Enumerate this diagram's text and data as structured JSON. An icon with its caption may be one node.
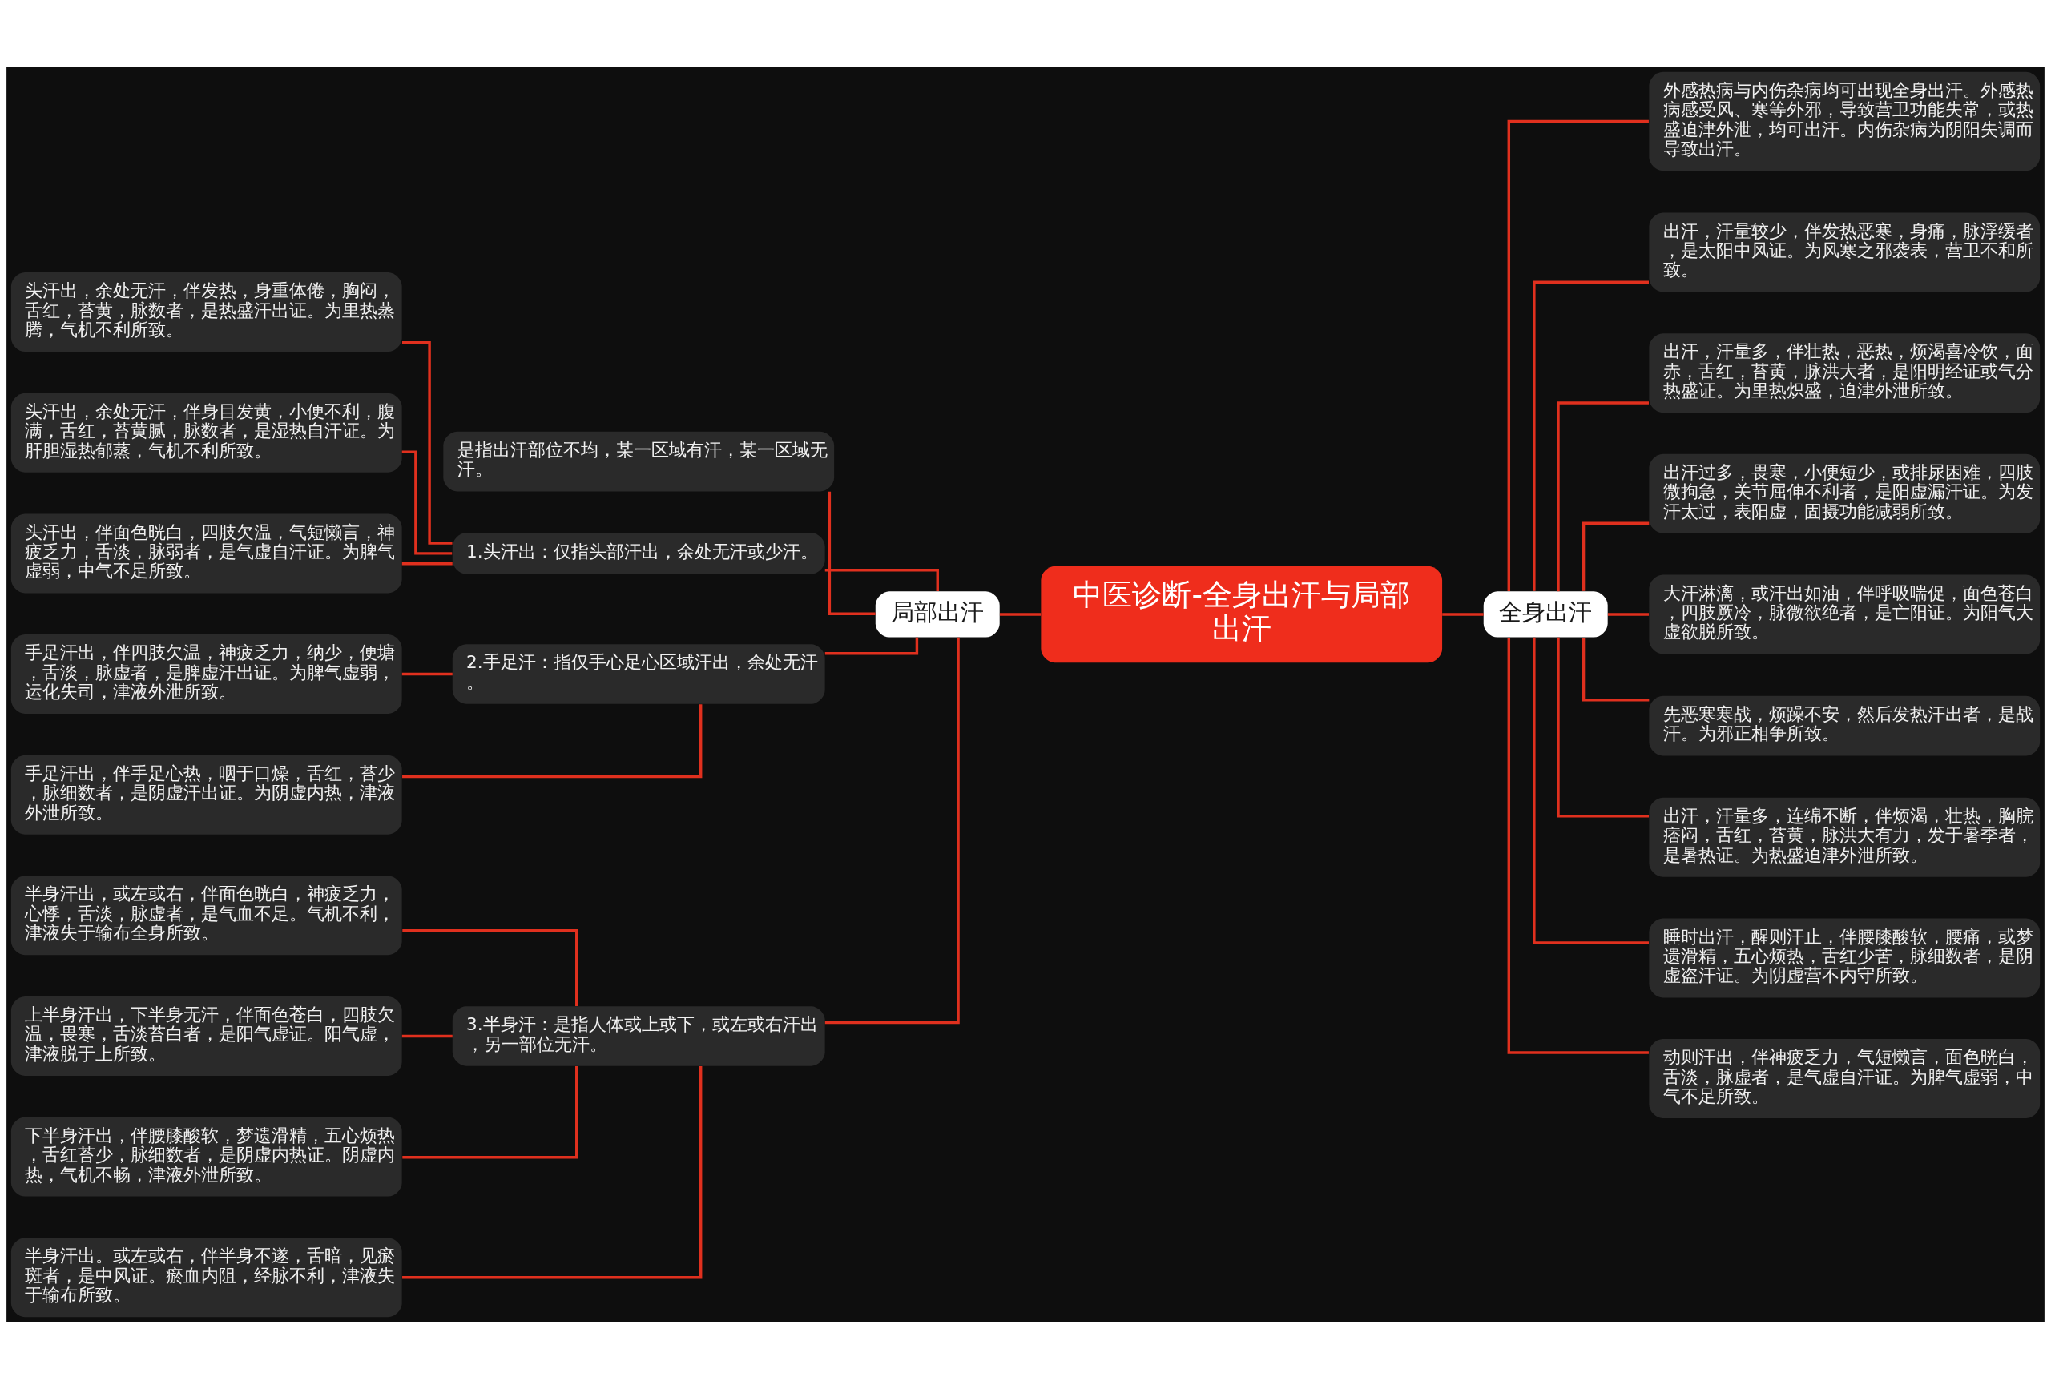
{
  "diagram": {
    "nodes": [
      {
        "text": [
          "中医诊断-全身出汗与局部出汗"
        ]
      },
      {
        "text": [
          "局部出汗"
        ]
      },
      {
        "text": [
          "是指出汗部位不均，某一区域有汗，某一区域无汗。"
        ]
      },
      {
        "text": [
          "1.头汗出：仅指头部汗出，余处无汗或少汗。"
        ]
      },
      {
        "text": [
          "头汗出，余处无汗，伴发热，身重体倦，胸闷，舌红，苔黄，脉数者，是热盛汗出证。为里热蒸腾，气机不利所致。"
        ]
      },
      {
        "text": [
          "头汗出，余处无汗，伴身目发黄，小便不利，腹满，舌红，苔黄腻，脉数者，是湿热自汗证。为肝胆湿热郁蒸，气机不利所致。"
        ]
      },
      {
        "text": [
          "头汗出，伴面色晄白，四肢欠温，气短懒言，神疲乏力，舌淡，脉弱者，是气虚自汗证。为脾气虚弱，中气不足所致。"
        ]
      },
      {
        "text": [
          "2.手足汗：指仅手心足心区域汗出，余处无汗。"
        ]
      },
      {
        "text": [
          "手足汗出，伴四肢欠温，神疲乏力，纳少，便塘，舌淡，脉虚者，是脾虚汗出证。为脾气虚弱，运化失司，津液外泄所致。"
        ]
      },
      {
        "text": [
          "手足汗出，伴手足心热，咽于口燥，舌红，苔少，脉细数者，是阴虚汗出证。为阴虚内热，津液外泄所致。"
        ]
      },
      {
        "text": [
          "3.半身汗：是指人体或上或下，或左或右汗出，另一部位无汗。"
        ]
      },
      {
        "text": [
          "半身汗出，或左或右，伴面色晄白，神疲乏力，心悸，舌淡，脉虚者，是气血不足。气机不利，津液失于输布全身所致。"
        ]
      },
      {
        "text": [
          "上半身汗出，下半身无汗，伴面色苍白，四肢欠温，畏寒，舌淡苔白者，是阳气虚证。阳气虚，津液脱于上所致。"
        ]
      },
      {
        "text": [
          "下半身汗出，伴腰膝酸软，梦遗滑精，五心烦热，舌红苔少，脉细数者，是阴虚内热证。阴虚内热，气机不畅，津液外泄所致。"
        ]
      },
      {
        "text": [
          "半身汗出。或左或右，伴半身不遂，舌暗，见瘀斑者，是中风证。瘀血内阻，经脉不利，津液失于输布所致。"
        ]
      },
      {
        "text": [
          "全身出汗"
        ]
      },
      {
        "text": [
          "外感热病与内伤杂病均可出现全身出汗。外感热病感受风、寒等外邪，导致营卫功能失常，或热盛迫津外泄，均可出汗。内伤杂病为阴阳失调而导致出汗。"
        ]
      },
      {
        "text": [
          "出汗，汗量较少，伴发热恶寒，身痛，脉浮缓者，是太阳中风证。为风寒之邪袭表，营卫不和所致。"
        ]
      },
      {
        "text": [
          "出汗，汗量多，伴壮热，恶热，烦渴喜冷饮，面赤，舌红，苔黄，脉洪大者，是阳明经证或气分热盛证。为里热炽盛，迫津外泄所致。"
        ]
      },
      {
        "text": [
          "出汗过多，畏寒，小便短少，或排尿困难，四肢微拘急，关节屈伸不利者，是阳虚漏汗证。为发汗太过，表阳虚，固摄功能减弱所致。"
        ]
      },
      {
        "text": [
          "大汗淋漓，或汗出如油，伴呼吸喘促，面色苍白，四肢厥冷，脉微欲绝者，是亡阳证。为阳气大虚欲脱所致。"
        ]
      },
      {
        "text": [
          "先恶寒寒战，烦躁不安，然后发热汗出者，是战汗。为邪正相争所致。"
        ]
      },
      {
        "text": [
          "出汗，汗量多，连绵不断，伴烦渴，壮热，胸脘痞闷，舌红，苔黄，脉洪大有力，发于暑季者，是暑热证。为热盛迫津外泄所致。"
        ]
      },
      {
        "text": [
          "睡时出汗，醒则汗止，伴腰膝酸软，腰痛，或梦遗滑精，五心烦热，舌红少苦，脉细数者，是阴虚盗汗证。为阴虚营不内守所致。"
        ]
      },
      {
        "text": [
          "动则汗出，伴神疲乏力，气短懒言，面色晄白，舌淡，脉虚者，是气虚自汗证。为脾气虚弱，中气不足所致。"
        ]
      }
    ],
    "edges": [
      {
        "from": 1,
        "to": 0,
        "arrow": "none"
      },
      {
        "from": 2,
        "to": 1,
        "arrow": "none"
      },
      {
        "from": 3,
        "to": 1,
        "arrow": "none"
      },
      {
        "from": 4,
        "to": 3,
        "arrow": "none"
      },
      {
        "from": 5,
        "to": 3,
        "arrow": "none"
      },
      {
        "from": 6,
        "to": 3,
        "arrow": "none"
      },
      {
        "from": 7,
        "to": 1,
        "arrow": "none"
      },
      {
        "from": 8,
        "to": 7,
        "arrow": "none"
      },
      {
        "from": 9,
        "to": 7,
        "arrow": "none"
      },
      {
        "from": 10,
        "to": 1,
        "arrow": "none"
      },
      {
        "from": 11,
        "to": 10,
        "arrow": "none"
      },
      {
        "from": 12,
        "to": 10,
        "arrow": "none"
      },
      {
        "from": 13,
        "to": 10,
        "arrow": "none"
      },
      {
        "from": 14,
        "to": 10,
        "arrow": "none"
      },
      {
        "from": 0,
        "to": 15,
        "arrow": "none"
      },
      {
        "from": 15,
        "to": 16,
        "arrow": "none"
      },
      {
        "from": 15,
        "to": 17,
        "arrow": "none"
      },
      {
        "from": 15,
        "to": 18,
        "arrow": "none"
      },
      {
        "from": 15,
        "to": 19,
        "arrow": "none"
      },
      {
        "from": 15,
        "to": 20,
        "arrow": "none"
      },
      {
        "from": 15,
        "to": 21,
        "arrow": "none"
      },
      {
        "from": 15,
        "to": 22,
        "arrow": "none"
      },
      {
        "from": 15,
        "to": 23,
        "arrow": "none"
      },
      {
        "from": 15,
        "to": 24,
        "arrow": "none"
      }
    ]
  }
}
